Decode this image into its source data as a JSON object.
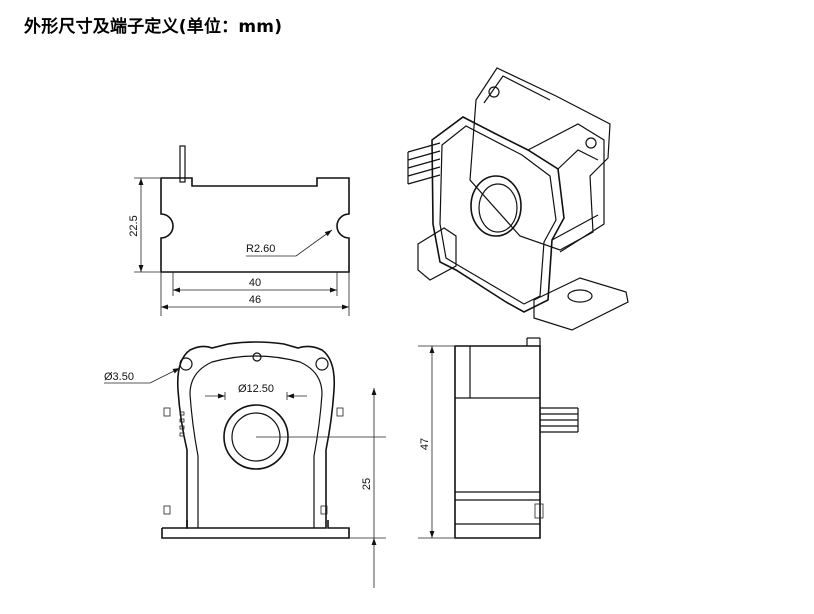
{
  "title": "外形尺寸及端子定义(单位：mm)",
  "dimensions": {
    "height_top": "22.5",
    "radius": "R2.60",
    "width_inner": "40",
    "width_outer": "46",
    "hole_dia": "Ø3.50",
    "aperture_dia": "Ø12.50",
    "center_height": "25",
    "total_height": "47"
  },
  "colors": {
    "line": "#111111",
    "background": "#ffffff"
  }
}
